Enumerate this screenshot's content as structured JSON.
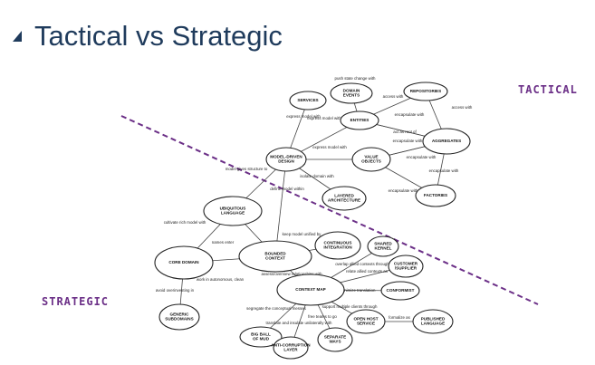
{
  "slide": {
    "title": "Tactical vs Strategic",
    "tactical_label": "TACTICAL",
    "strategic_label": "STRATEGIC"
  },
  "nodes": [
    {
      "id": "services",
      "label": "Services"
    },
    {
      "id": "domain_events",
      "label": "Domain Events"
    },
    {
      "id": "repositories",
      "label": "Repositories"
    },
    {
      "id": "entities",
      "label": "Entities"
    },
    {
      "id": "aggregates",
      "label": "Aggregates"
    },
    {
      "id": "mdd",
      "label": "Model-Driven Design"
    },
    {
      "id": "value_objects",
      "label": "Value Objects"
    },
    {
      "id": "layered",
      "label": "Layered Architecture"
    },
    {
      "id": "factories",
      "label": "Factories"
    },
    {
      "id": "ubiquitous",
      "label": "Ubiquitous Language"
    },
    {
      "id": "ci",
      "label": "Continuous Integration"
    },
    {
      "id": "shared_kernel",
      "label": "Shared Kernel"
    },
    {
      "id": "customer_supplier",
      "label": "Customer /Supplier"
    },
    {
      "id": "core_domain",
      "label": "Core Domain"
    },
    {
      "id": "bounded_context",
      "label": "Bounded Context"
    },
    {
      "id": "conformist",
      "label": "Conformist"
    },
    {
      "id": "context_map",
      "label": "Context Map"
    },
    {
      "id": "generic",
      "label": "Generic Subdomains"
    },
    {
      "id": "ohs",
      "label": "Open Host Service"
    },
    {
      "id": "published",
      "label": "Published Language"
    },
    {
      "id": "bbom",
      "label": "Big Ball of Mud"
    },
    {
      "id": "acl",
      "label": "Anti-corruption Layer"
    },
    {
      "id": "separate",
      "label": "Separate Ways"
    }
  ],
  "edges": [
    {
      "label": "push state change with"
    },
    {
      "label": "access with"
    },
    {
      "label": "access with"
    },
    {
      "label": "express model with"
    },
    {
      "label": "express model with"
    },
    {
      "label": "express model with"
    },
    {
      "label": "encapsulate with"
    },
    {
      "label": "act as root of"
    },
    {
      "label": "encapsulate with"
    },
    {
      "label": "encapsulate with"
    },
    {
      "label": "encapsulate with"
    },
    {
      "label": "encapsulate with"
    },
    {
      "label": "isolate domain with"
    },
    {
      "label": "model gives structure to"
    },
    {
      "label": "define model within"
    },
    {
      "label": "cultivate rich model with"
    },
    {
      "label": "names enter"
    },
    {
      "label": "keep model unified by"
    },
    {
      "label": "overlap allied contexts through"
    },
    {
      "label": "relate allied contexts as"
    },
    {
      "label": "work in autonomous, clean"
    },
    {
      "label": "assess/overview relationships with"
    },
    {
      "label": "minimize translation"
    },
    {
      "label": "avoid overinvesting in"
    },
    {
      "label": "support multiple clients through"
    },
    {
      "label": "formalize as"
    },
    {
      "label": "segregate the conceptual messes"
    },
    {
      "label": "translate and insulate unilaterally with"
    },
    {
      "label": "free teams to go"
    }
  ]
}
